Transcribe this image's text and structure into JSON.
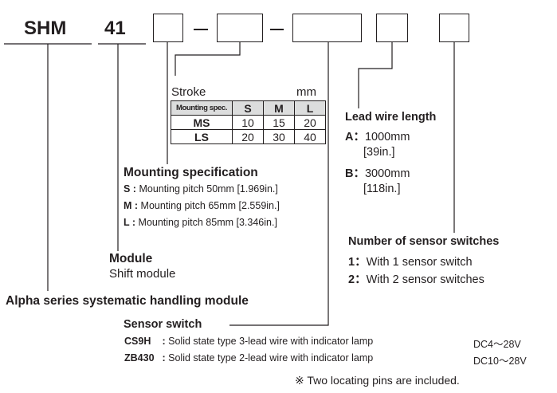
{
  "model": {
    "series_code": "SHM",
    "size_code": "41"
  },
  "stroke": {
    "title": "Stroke",
    "unit": "mm",
    "columns": [
      "Mounting spec.",
      "S",
      "M",
      "L"
    ],
    "rows": [
      {
        "label": "MS",
        "values": [
          "10",
          "15",
          "20"
        ]
      },
      {
        "label": "LS",
        "values": [
          "20",
          "30",
          "40"
        ]
      }
    ]
  },
  "mounting": {
    "heading": "Mounting specification",
    "items": [
      {
        "code": "S :",
        "text": "Mounting pitch 50mm [1.969in.]"
      },
      {
        "code": "M :",
        "text": "Mounting pitch 65mm [2.559in.]"
      },
      {
        "code": "L :",
        "text": "Mounting pitch 85mm [3.346in.]"
      }
    ]
  },
  "module": {
    "heading": "Module",
    "text": "Shift module"
  },
  "series": {
    "heading": "Alpha series systematic handling module"
  },
  "lead_wire": {
    "heading": "Lead wire length",
    "items": [
      {
        "code": "A",
        "sep": "：",
        "value": "1000mm",
        "inch": "[39in.]"
      },
      {
        "code": "B",
        "sep": "：",
        "value": "3000mm",
        "inch": "[118in.]"
      }
    ]
  },
  "sensor_count": {
    "heading": "Number of sensor switches",
    "items": [
      {
        "code": "1",
        "sep": "：",
        "text": "With 1 sensor switch"
      },
      {
        "code": "2",
        "sep": "：",
        "text": "With 2 sensor switches"
      }
    ]
  },
  "sensor_switch": {
    "heading": "Sensor switch",
    "items": [
      {
        "code": "CS9H",
        "sep": " :",
        "text": "Solid state type 3-lead wire with indicator lamp",
        "voltage": "DC4～28V"
      },
      {
        "code": "ZB430",
        "sep": " :",
        "text": "Solid state type 2-lead wire with indicator lamp",
        "voltage": "DC10～28V"
      }
    ]
  },
  "note": "※ Two locating pins are included."
}
